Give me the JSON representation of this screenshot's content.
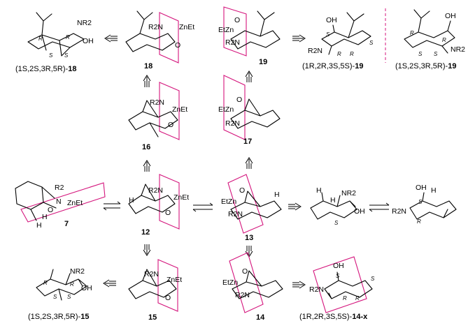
{
  "colors": {
    "highlight_box": "#d4147c",
    "ink": "#000000",
    "background": "#ffffff"
  },
  "compounds": {
    "c18_product": {
      "caption_prefix": "(1",
      "caption": "(1S,2S,3R,5R)-",
      "number": "18",
      "substituents": [
        "NR2",
        "OH"
      ],
      "stereo": [
        "R",
        "R",
        "S",
        "S"
      ]
    },
    "c18": {
      "number": "18",
      "atoms": [
        "R2N",
        "ZnEt",
        "O"
      ]
    },
    "c19": {
      "number": "19",
      "atoms": [
        "EtZn",
        "O",
        "R2N"
      ]
    },
    "c19_product_a": {
      "caption": "(1R,2R,3S,5S)-",
      "number": "19",
      "substituents": [
        "OH",
        "R2N"
      ],
      "stereo": [
        "S",
        "S",
        "R",
        "R"
      ]
    },
    "c19_product_b": {
      "caption": "(1S,2S,3R,5R)-",
      "number": "19",
      "substituents": [
        "OH",
        "NR2"
      ],
      "stereo": [
        "R",
        "R",
        "S",
        "S"
      ]
    },
    "c16": {
      "number": "16",
      "atoms": [
        "R2N",
        "ZnEt",
        "O"
      ]
    },
    "c17": {
      "number": "17",
      "atoms": [
        "EtZn",
        "O",
        "R2N"
      ]
    },
    "c7": {
      "number": "7",
      "atoms": [
        "R2",
        "N",
        "ZnEt",
        "O",
        "H",
        "H"
      ]
    },
    "c12": {
      "number": "12",
      "atoms": [
        "H",
        "R2N",
        "ZnEt",
        "O"
      ]
    },
    "c13": {
      "number": "13",
      "atoms": [
        "EtZn",
        "O",
        "R2N",
        "H"
      ]
    },
    "c13_open": {
      "atoms": [
        "H",
        "H",
        "NR2",
        "OH"
      ],
      "stereo": [
        "S"
      ]
    },
    "c13_flip": {
      "atoms": [
        "OH",
        "H",
        "R2N"
      ],
      "stereo": [
        "S",
        "R"
      ]
    },
    "c15_product": {
      "caption": "(1S,2S,3R,5R)-",
      "number": "15",
      "substituents": [
        "NR2",
        "OH"
      ],
      "stereo": [
        "R",
        "R",
        "S",
        "S"
      ]
    },
    "c15": {
      "number": "15",
      "atoms": [
        "R2N",
        "ZnEt",
        "O"
      ]
    },
    "c14": {
      "number": "14",
      "atoms": [
        "EtZn",
        "O",
        "R2N"
      ]
    },
    "c14x": {
      "caption": "(1R,2R,3S,5S)-",
      "number": "14-x",
      "atoms": [
        "OH",
        "R2N"
      ],
      "stereo": [
        "S",
        "S",
        "R",
        "R"
      ]
    }
  }
}
